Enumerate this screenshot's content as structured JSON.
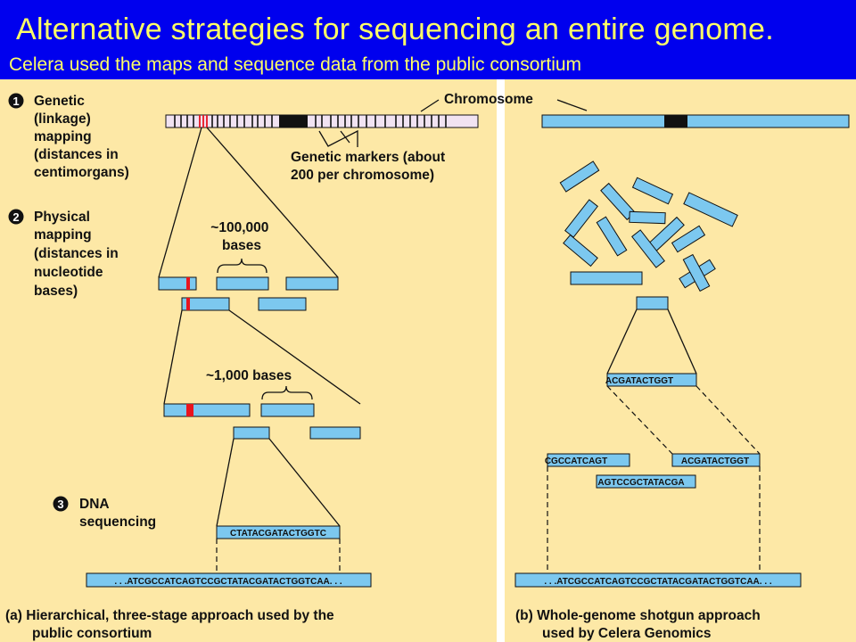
{
  "header": {
    "title": "Alternative strategies for sequencing an entire genome.",
    "subtitle": "Celera used the maps and sequence data from the public consortium"
  },
  "colors": {
    "header_bg": "#0000ee",
    "header_text": "#ffff66",
    "panel_bg": "#fde8a6",
    "segment_fill": "#7cc8ef",
    "marker_red": "#e8141e"
  },
  "left_panel": {
    "step1": {
      "number": "1",
      "label_lines": [
        "Genetic",
        "(linkage)",
        "mapping",
        "(distances in",
        "centimorgans)"
      ]
    },
    "chromosome_label": "Chromosome",
    "markers_label_lines": [
      "Genetic markers (about",
      "200 per chromosome)"
    ],
    "step2": {
      "number": "2",
      "label_lines": [
        "Physical",
        "mapping",
        "(distances in",
        "nucleotide",
        "bases)"
      ]
    },
    "scale_100k_lines": [
      "~100,000",
      "bases"
    ],
    "scale_1k": "~1,000 bases",
    "step3": {
      "number": "3",
      "label_lines": [
        "DNA",
        "sequencing"
      ]
    },
    "fragment_sequence": "CTATACGATACTGGTC",
    "full_sequence": ". . .ATCGCCATCAGTCCGCTATACGATACTGGTCAA. . .",
    "caption_lines": [
      "(a) Hierarchical, three-stage approach used by the",
      "public consortium"
    ]
  },
  "right_panel": {
    "fragment_top": "ACGATACTGGT",
    "read_1": "CGCCATCAGT",
    "read_2": "ACGATACTGGT",
    "read_3": "AGTCCGCTATACGA",
    "full_sequence": ". . .ATCGCCATCAGTCCGCTATACGATACTGGTCAA. . .",
    "caption_lines": [
      "(b) Whole-genome shotgun approach",
      "used by Celera Genomics"
    ]
  }
}
